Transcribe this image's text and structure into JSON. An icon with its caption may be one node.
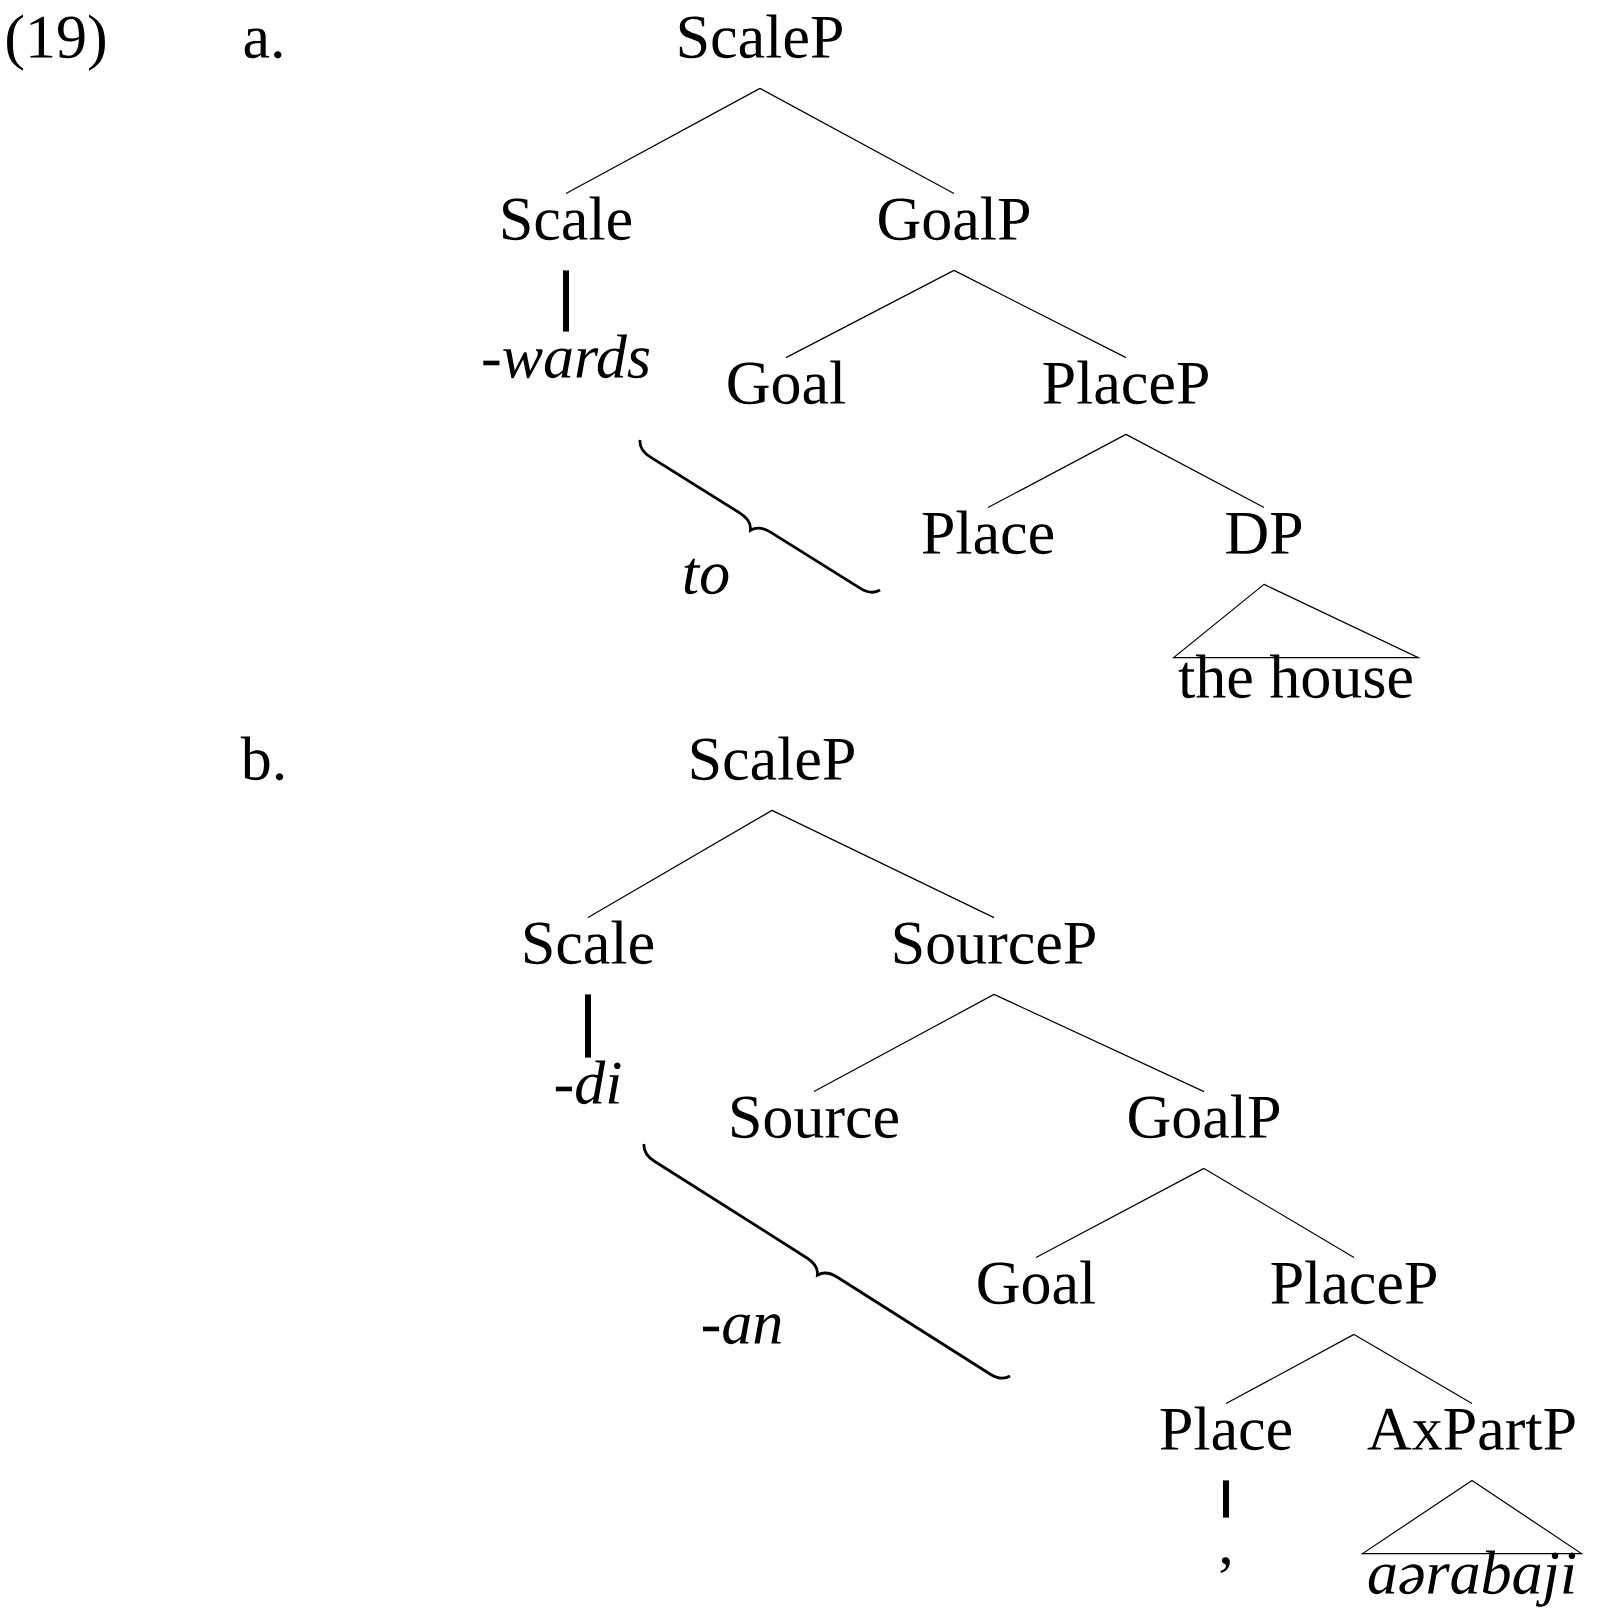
{
  "diagram": {
    "nodes": [
      {
        "text": [
          "ScaleP"
        ]
      },
      {
        "text": [
          "Scale"
        ]
      },
      {
        "text": [
          "GoalP"
        ]
      },
      {
        "text": [
          "-wards"
        ]
      },
      {
        "text": [
          "Goal"
        ]
      },
      {
        "text": [
          "PlaceP"
        ]
      },
      {
        "text": [
          "Place"
        ]
      },
      {
        "text": [
          "DP"
        ]
      },
      {
        "text": [
          "the house"
        ]
      },
      {
        "text": [
          "ScaleP"
        ]
      },
      {
        "text": [
          "Scale"
        ]
      },
      {
        "text": [
          "SourceP"
        ]
      },
      {
        "text": [
          "-di"
        ]
      },
      {
        "text": [
          "Source"
        ]
      },
      {
        "text": [
          "GoalP"
        ]
      },
      {
        "text": [
          "Goal"
        ]
      },
      {
        "text": [
          "PlaceP"
        ]
      },
      {
        "text": [
          "Place"
        ]
      },
      {
        "text": [
          "AxPartP"
        ]
      },
      {
        "text": [
          ","
        ]
      },
      {
        "text": [
          "aərabaji"
        ]
      }
    ],
    "edges": [
      {
        "from": 0,
        "to": 1,
        "arrow": "none"
      },
      {
        "from": 0,
        "to": 2,
        "arrow": "none"
      },
      {
        "from": 1,
        "to": 3,
        "arrow": "none",
        "style": "thick"
      },
      {
        "from": 2,
        "to": 4,
        "arrow": "none"
      },
      {
        "from": 2,
        "to": 5,
        "arrow": "none"
      },
      {
        "from": 5,
        "to": 6,
        "arrow": "none"
      },
      {
        "from": 5,
        "to": 7,
        "arrow": "none"
      },
      {
        "from": 7,
        "to": 8,
        "arrow": "none"
      },
      {
        "from": 9,
        "to": 10,
        "arrow": "none"
      },
      {
        "from": 9,
        "to": 11,
        "arrow": "none"
      },
      {
        "from": 10,
        "to": 12,
        "arrow": "none",
        "style": "thick"
      },
      {
        "from": 11,
        "to": 13,
        "arrow": "none"
      },
      {
        "from": 11,
        "to": 14,
        "arrow": "none"
      },
      {
        "from": 14,
        "to": 15,
        "arrow": "none"
      },
      {
        "from": 14,
        "to": 16,
        "arrow": "none"
      },
      {
        "from": 16,
        "to": 17,
        "arrow": "none"
      },
      {
        "from": 16,
        "to": 18,
        "arrow": "none"
      },
      {
        "from": 17,
        "to": 19,
        "arrow": "none",
        "style": "thick"
      },
      {
        "from": 18,
        "to": 20,
        "arrow": "none"
      }
    ],
    "labels": [
      "(19)",
      "a.",
      "to",
      "b.",
      "-an"
    ]
  }
}
